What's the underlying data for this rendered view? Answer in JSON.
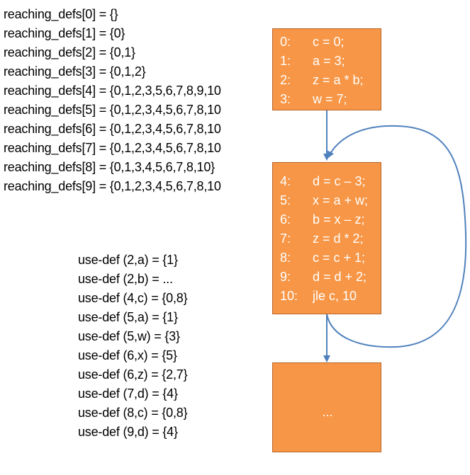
{
  "reaching_defs": [
    "reaching_defs[0] = {}",
    "reaching_defs[1] = {0}",
    "reaching_defs[2] = {0,1}",
    "reaching_defs[3] = {0,1,2}",
    "reaching_defs[4] = {0,1,2,3,5,6,7,8,9,10",
    "reaching_defs[5] = {0,1,2,3,4,5,6,7,8,10",
    "reaching_defs[6] = {0,1,2,3,4,5,6,7,8,10",
    "reaching_defs[7] = {0,1,2,3,4,5,6,7,8,10",
    "reaching_defs[8] = {0,1,3,4,5,6,7,8,10}",
    "reaching_defs[9] = {0,1,2,3,4,5,6,7,8,10"
  ],
  "use_defs": [
    "use-def (2,a) = {1}",
    "use-def (2,b) = ...",
    "use-def (4,c) = {0,8}",
    "use-def (5,a) = {1}",
    "use-def (5,w) = {3}",
    "use-def (6,x) = {5}",
    "use-def (6,z) = {2,7}",
    "use-def (7,d) = {4}",
    "use-def (8,c) = {0,8}",
    "use-def (9,d) = {4}"
  ],
  "blocks": {
    "entry": [
      {
        "num": "0:",
        "stmt": "c = 0;"
      },
      {
        "num": "1:",
        "stmt": "a = 3;"
      },
      {
        "num": "2:",
        "stmt": "z = a * b;"
      },
      {
        "num": "3:",
        "stmt": "w = 7;"
      }
    ],
    "loop": [
      {
        "num": "4:",
        "stmt": "d = c – 3;"
      },
      {
        "num": "5:",
        "stmt": "x = a + w;"
      },
      {
        "num": "6:",
        "stmt": "b = x – z;"
      },
      {
        "num": "7:",
        "stmt": "z = d * 2;"
      },
      {
        "num": "8:",
        "stmt": "c = c + 1;"
      },
      {
        "num": "9:",
        "stmt": "d = d + 2;"
      },
      {
        "num": "10:",
        "stmt": "jle c, 10"
      }
    ],
    "exit": {
      "text": "..."
    }
  },
  "colors": {
    "block_fill": "#f79646",
    "block_border": "#b8662a",
    "arrow": "#4f81bd",
    "block_text": "#ffffff"
  }
}
